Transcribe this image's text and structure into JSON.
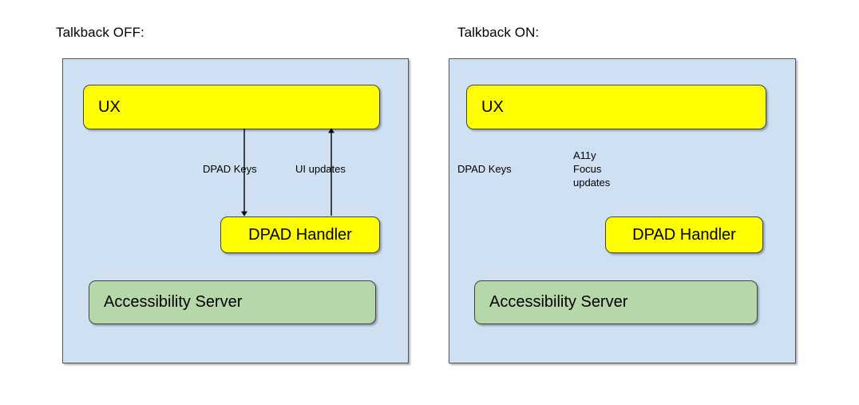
{
  "diagram": {
    "title_left": "Talkback OFF:",
    "title_right": "Talkback ON:",
    "colors": {
      "panel_background": "#cfe0f3",
      "panel_border": "#555555",
      "node_yellow": "#ffff00",
      "node_green": "#b6d7a8",
      "node_border": "#444444",
      "arrow": "#000000",
      "text": "#000000",
      "page_background": "#ffffff"
    },
    "panels": [
      {
        "id": "talkback-off",
        "title": "Talkback OFF:",
        "nodes": [
          {
            "id": "ux",
            "label": "UX",
            "fill": "yellow",
            "align": "left"
          },
          {
            "id": "dpad-handler",
            "label": "DPAD Handler",
            "fill": "yellow",
            "align": "center"
          },
          {
            "id": "accessibility-server",
            "label": "Accessibility Server",
            "fill": "green",
            "align": "left"
          }
        ],
        "edges": [
          {
            "id": "dpad-keys",
            "label": "DPAD Keys",
            "from": "ux",
            "to": "dpad-handler",
            "direction": "down"
          },
          {
            "id": "ui-updates",
            "label": "UI updates",
            "from": "dpad-handler",
            "to": "ux",
            "direction": "up"
          }
        ]
      },
      {
        "id": "talkback-on",
        "title": "Talkback ON:",
        "nodes": [
          {
            "id": "ux",
            "label": "UX",
            "fill": "yellow",
            "align": "left"
          },
          {
            "id": "dpad-handler",
            "label": "DPAD Handler",
            "fill": "yellow",
            "align": "center"
          },
          {
            "id": "accessibility-server",
            "label": "Accessibility Server",
            "fill": "green",
            "align": "left"
          }
        ],
        "edges": [
          {
            "id": "dpad-keys",
            "label": "DPAD Keys",
            "from": "ux",
            "to": "accessibility-server",
            "direction": "down"
          },
          {
            "id": "a11y-focus-updates",
            "label": "A11y\nFocus\nupdates",
            "from": "accessibility-server",
            "to": "ux",
            "direction": "up"
          }
        ]
      }
    ]
  }
}
